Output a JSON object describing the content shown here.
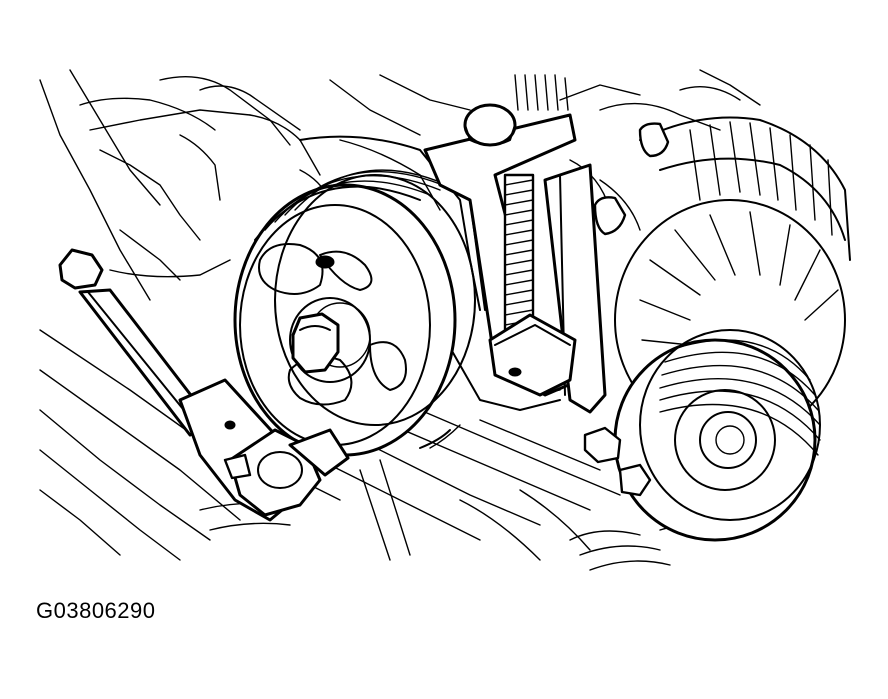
{
  "figure": {
    "code": "G03806290"
  },
  "illustration": {
    "parts": [
      "power-steering-pulley",
      "pulley-puller-tool",
      "ratchet-wrench",
      "alternator-pulley",
      "engine-block-background"
    ]
  }
}
